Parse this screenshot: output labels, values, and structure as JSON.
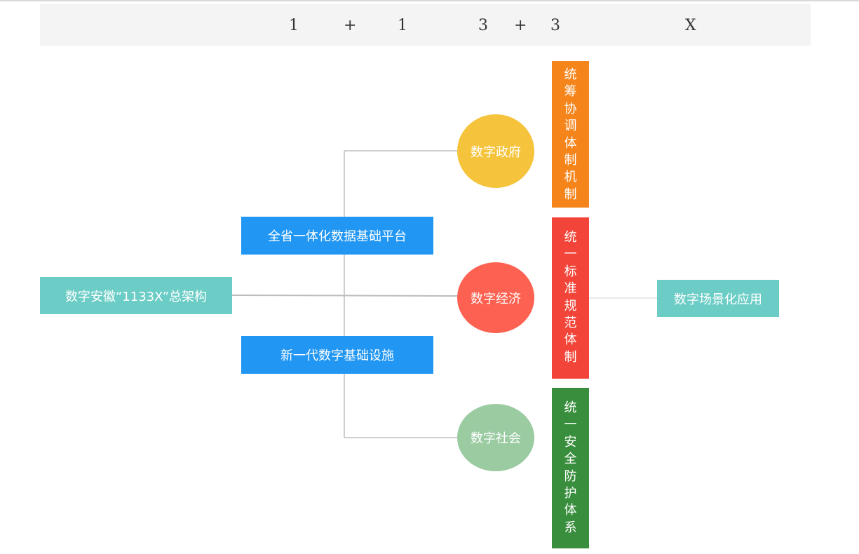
{
  "header": {
    "items": [
      "1",
      "+",
      "1",
      "3",
      "+",
      "3",
      "X"
    ]
  },
  "colors": {
    "teal": "#6ccdc6",
    "blue": "#2196f3",
    "yellow": "#f5c43c",
    "coral": "#fd6151",
    "green_light": "#9acba1",
    "orange": "#f5841b",
    "red": "#f24438",
    "green_dark": "#388e3c",
    "line": "#bdbdbd"
  },
  "nodes": {
    "root": "数字安徽“1133X”总架构",
    "data_platform": "全省一体化数据基础平台",
    "infrastructure": "新一代数字基础设施",
    "gov": "数字政府",
    "economy": "数字经济",
    "society": "数字社会",
    "coordination": "统筹协调体制机制",
    "standards": "统一标准规范体制",
    "security": "统一安全防护体系",
    "scenarios": "数字场景化应用"
  }
}
